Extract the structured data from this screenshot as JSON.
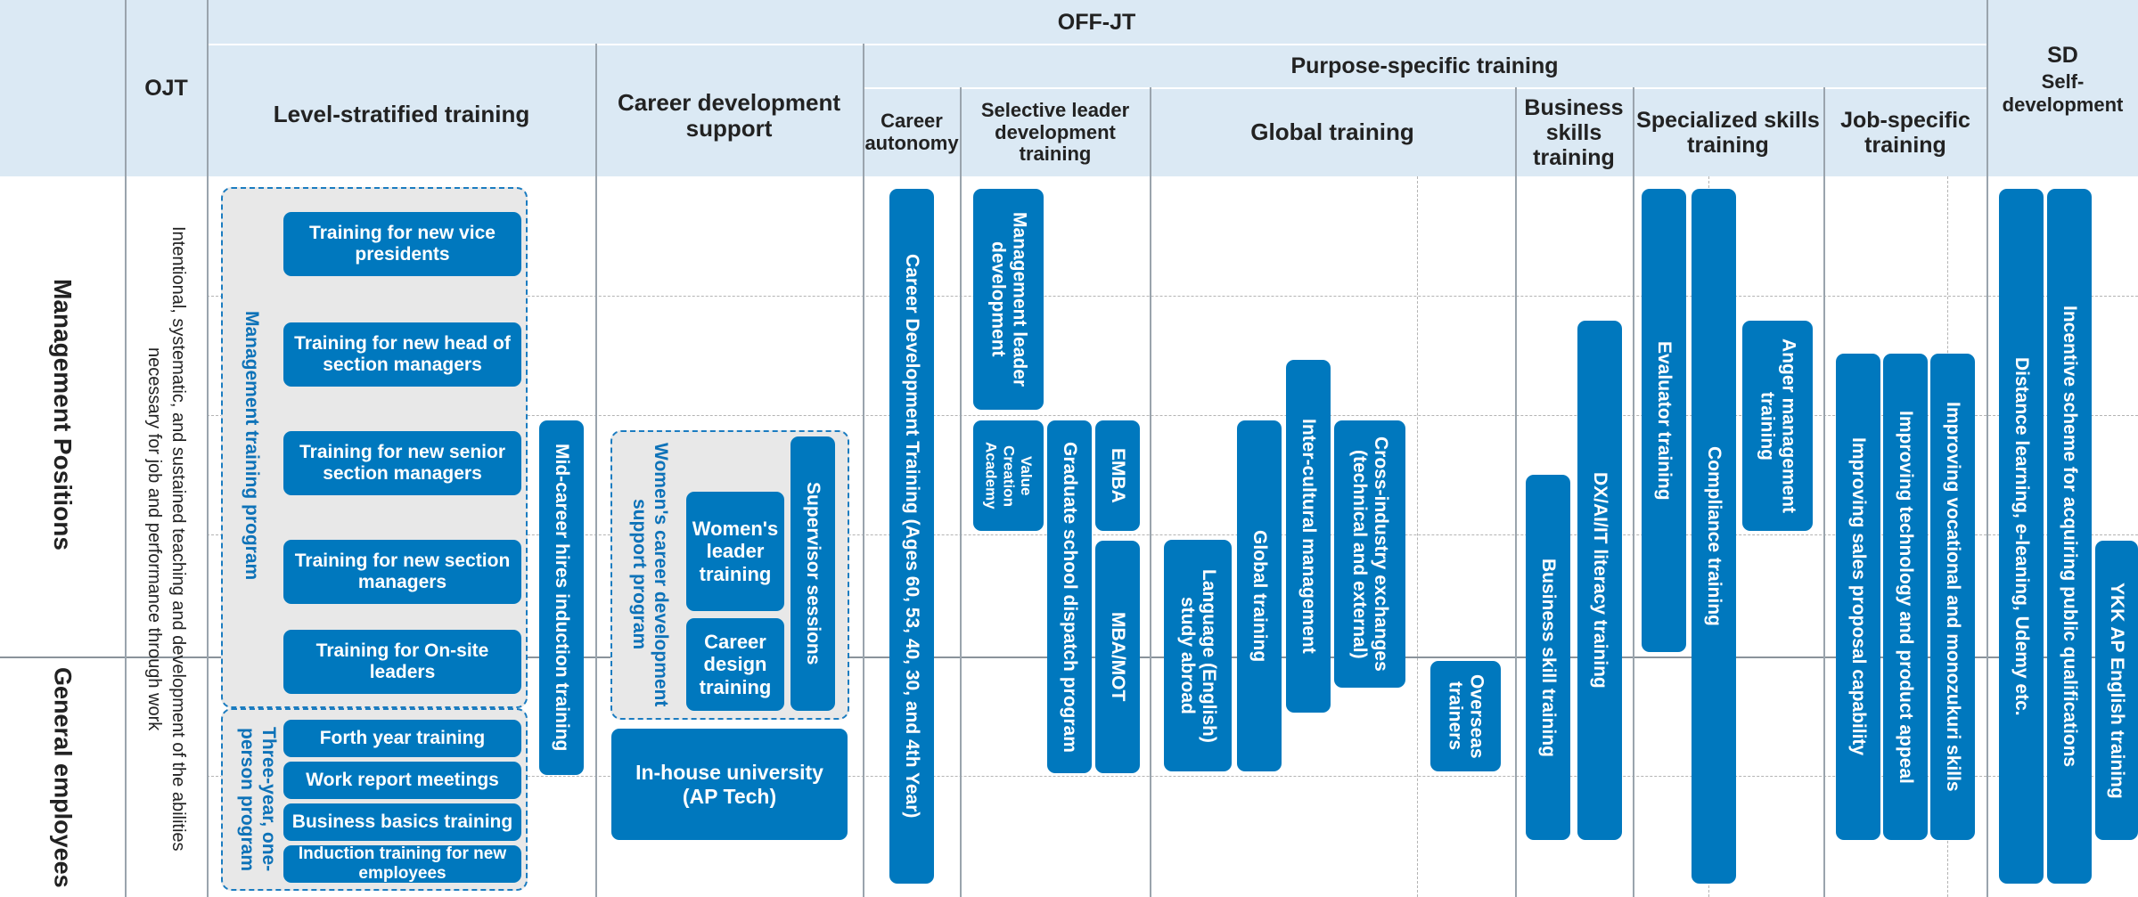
{
  "header": {
    "offjt": "OFF-JT",
    "ojt": "OJT",
    "purpose": "Purpose-specific training",
    "sd": "SD",
    "sd_sub": "Self-development",
    "level": "Level-stratified training",
    "career_support": "Career development support",
    "career_autonomy": "Career autonomy",
    "selective": "Selective leader development training",
    "global": "Global training",
    "business": "Business skills training",
    "specialized": "Specialized skills training",
    "job": "Job-specific training"
  },
  "rows": {
    "management": "Management Positions",
    "general": "General employees"
  },
  "ojt_text": "Intentional, systematic, and sustained teaching and development of the abilities necessary for job and performance through work",
  "level": {
    "mgmt_program": "Management training program",
    "three_year": "Three-year, one-person program",
    "vice_presidents": "Training for new vice presidents",
    "head_section": "Training for new head of section managers",
    "senior_section": "Training for new senior section managers",
    "section_managers": "Training for new section managers",
    "onsite_leaders": "Training for On-site leaders",
    "fourth_year": "Forth year training",
    "work_report": "Work report meetings",
    "business_basics": "Business basics training",
    "induction": "Induction training for new employees",
    "midcareer": "Mid-career hires induction training"
  },
  "career_support": {
    "womens_program": "Women's career development support program",
    "supervisor": "Supervisor sessions",
    "womens_leader": "Women's leader training",
    "career_design": "Career design training",
    "inhouse_univ": "In-house university (AP Tech)"
  },
  "career_autonomy": {
    "cdt": "Career Development Training (Ages 60, 53, 40, 30, and 4th Year)"
  },
  "selective": {
    "mgmt_leader": "Management leader development",
    "value_creation": "Value Creation Academy",
    "grad_school": "Graduate school dispatch program",
    "emba": "EMBA",
    "mba": "MBA/MOT"
  },
  "global": {
    "language": "Language (English) study abroad",
    "global_training": "Global training",
    "intercultural": "Inter-cultural management",
    "cross_industry": "Cross-industry exchanges (technical and external)",
    "overseas": "Overseas trainers"
  },
  "business": {
    "skill": "Business skill training",
    "dx": "DX/AI/IT literacy training"
  },
  "specialized": {
    "evaluator": "Evaluator training",
    "compliance": "Compliance training",
    "anger": "Anger management training"
  },
  "job": {
    "sales": "Improving sales proposal capability",
    "tech": "Improving technology and product appeal",
    "vocational": "Improving vocational and monozukuri skills"
  },
  "sd": {
    "distance": "Distance learning, e-leaning, Udemy etc.",
    "incentive": "Incentive scheme for acquiring public qualifications",
    "ykk": "YKK AP English training"
  }
}
